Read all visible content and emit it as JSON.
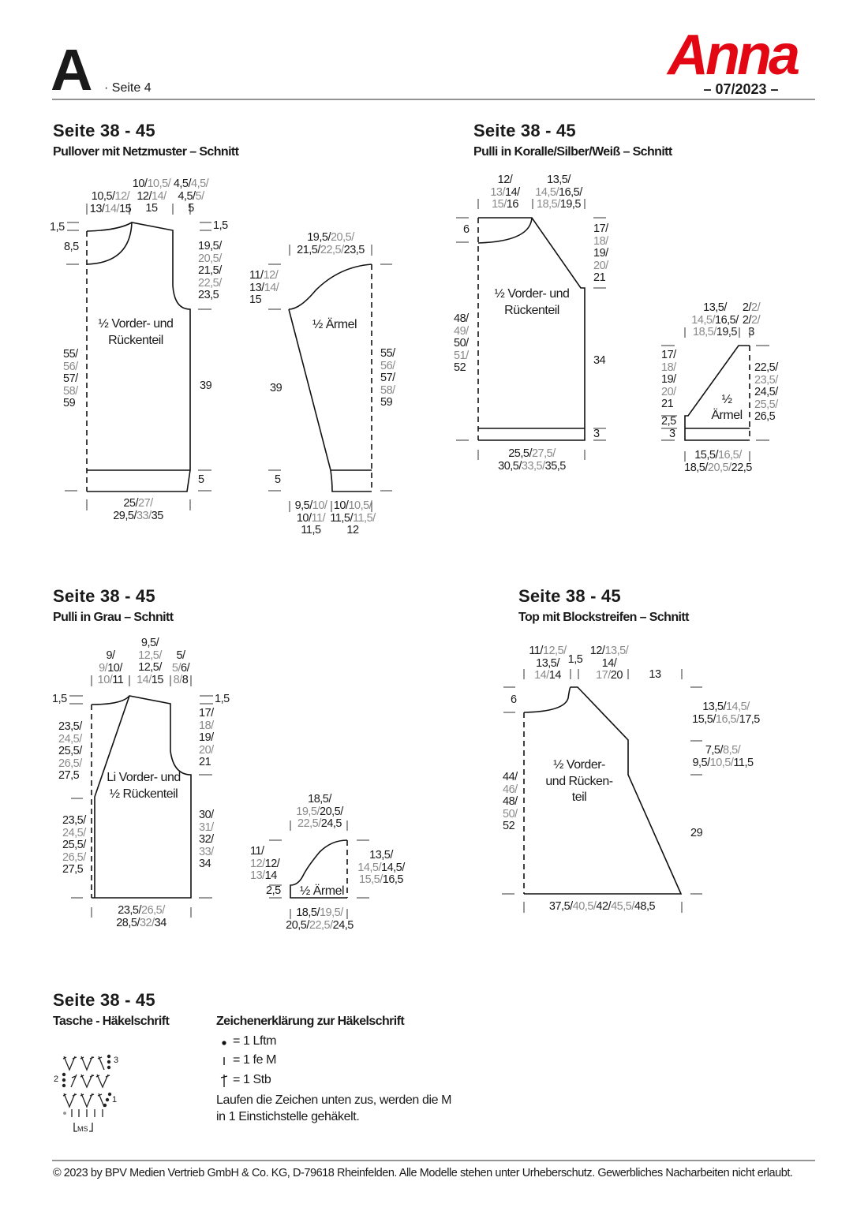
{
  "header": {
    "letter": "A",
    "page": "· Seite 4",
    "logo": "Anna",
    "issue": "– 07/2023 –"
  },
  "sections": [
    {
      "title": "Seite 38 - 45",
      "subtitle": "Pullover mit Netzmuster – Schnitt"
    },
    {
      "title": "Seite 38 - 45",
      "subtitle": "Pulli in Koralle/Silber/Weiß – Schnitt"
    },
    {
      "title": "Seite 38 - 45",
      "subtitle": "Pulli in Grau – Schnitt"
    },
    {
      "title": "Seite 38 - 45",
      "subtitle": "Top mit Blockstreifen – Schnitt"
    },
    {
      "title": "Seite 38 - 45",
      "subtitle": "Tasche - Häkelschrift"
    }
  ],
  "d1": {
    "neck_w": [
      "10,5",
      "12",
      "13",
      "14",
      "15"
    ],
    "shoulder_top": [
      "10",
      "10,5",
      "12",
      "14",
      "15"
    ],
    "shoulder_w": [
      "4,5",
      "4,5",
      "4,5",
      "5",
      "5"
    ],
    "top_h": "1,5",
    "neck_h": "8,5",
    "total_h": [
      "55",
      "56",
      "57",
      "58",
      "59"
    ],
    "shoulder_h": "1,5",
    "armhole_h": [
      "19,5",
      "20,5",
      "21,5",
      "22,5",
      "23,5"
    ],
    "side_h": "39",
    "rib_h": "5",
    "width": [
      "25",
      "27",
      "29,5",
      "33",
      "35"
    ],
    "label": [
      "½ Vorder- und",
      "Rückenteil"
    ]
  },
  "s1": {
    "top_w": [
      "19,5",
      "20,5",
      "21,5",
      "22,5",
      "23,5"
    ],
    "cap_h": [
      "11",
      "12",
      "13",
      "14",
      "15"
    ],
    "len": "39",
    "rib_h": "5",
    "total_h": [
      "55",
      "56",
      "57",
      "58",
      "59"
    ],
    "label": "½ Ärmel",
    "cuff_a": [
      "9,5",
      "10",
      "10",
      "11",
      "11,5"
    ],
    "cuff_b": [
      "10",
      "10,5",
      "11,5",
      "11,5",
      "12"
    ]
  },
  "d2": {
    "neck_w": [
      "12",
      "13",
      "14",
      "15",
      "16"
    ],
    "shoulder_w": [
      "13,5",
      "14,5",
      "16,5",
      "18,5",
      "19,5"
    ],
    "neck_h": "6",
    "total_h": [
      "48",
      "49",
      "50",
      "51",
      "52"
    ],
    "armhole_h": [
      "17",
      "18",
      "19",
      "20",
      "21"
    ],
    "side_h": "34",
    "rib_h": "3",
    "width": [
      "25,5",
      "27,5",
      "30,5",
      "33,5",
      "35,5"
    ],
    "label": [
      "½ Vorder- und",
      "Rückenteil"
    ]
  },
  "s2": {
    "top_w": [
      "13,5",
      "14,5",
      "16,5",
      "18,5",
      "19,5"
    ],
    "top_x": [
      "2",
      "2",
      "2",
      "2",
      "3"
    ],
    "cap_h": [
      "17",
      "18",
      "19",
      "20",
      "21"
    ],
    "step_h": "2,5",
    "rib_h": "3",
    "len": [
      "22,5",
      "23,5",
      "24,5",
      "25,5",
      "26,5"
    ],
    "label": [
      "½",
      "Ärmel"
    ],
    "width": [
      "15,5",
      "16,5",
      "18,5",
      "20,5",
      "22,5"
    ]
  },
  "d3": {
    "neck_w": [
      "9",
      "9",
      "10",
      "10",
      "11"
    ],
    "shoulder_top": [
      "9,5",
      "12,5",
      "12,5",
      "14",
      "15"
    ],
    "shoulder_w": [
      "5",
      "5",
      "6",
      "8",
      "8"
    ],
    "top_h": "1,5",
    "slope_h": [
      "23,5",
      "24,5",
      "25,5",
      "26,5",
      "27,5"
    ],
    "lower_h": [
      "23,5",
      "24,5",
      "25,5",
      "26,5",
      "27,5"
    ],
    "shoulder_h": "1,5",
    "armhole_h": [
      "17",
      "18",
      "19",
      "20",
      "21"
    ],
    "side_h": [
      "30",
      "31",
      "32",
      "33",
      "34"
    ],
    "width": [
      "23,5",
      "26,5",
      "28,5",
      "32",
      "34"
    ],
    "label": [
      "Li Vorder- und",
      "½ Rückenteil"
    ]
  },
  "s3": {
    "top_w": [
      "18,5",
      "19,5",
      "20,5",
      "22,5",
      "24,5"
    ],
    "cap_h": [
      "11",
      "12",
      "12",
      "13",
      "14"
    ],
    "step_h": "2,5",
    "len": [
      "13,5",
      "14,5",
      "14,5",
      "15,5",
      "16,5"
    ],
    "label": "½ Ärmel",
    "width": [
      "18,5",
      "19,5",
      "20,5",
      "22,5",
      "24,5"
    ]
  },
  "d4": {
    "neck_w": [
      "11",
      "12,5",
      "13,5",
      "14",
      "14"
    ],
    "gap": "1,5",
    "shoulder_w": [
      "12",
      "13,5",
      "14",
      "17",
      "20"
    ],
    "strap": "13",
    "neck_h": "6",
    "total_h": [
      "44",
      "46",
      "48",
      "50",
      "52"
    ],
    "upper_h": [
      "13,5",
      "14,5",
      "15,5",
      "16,5",
      "17,5"
    ],
    "mid_h": [
      "7,5",
      "8,5",
      "9,5",
      "10,5",
      "11,5"
    ],
    "lower_h": "29",
    "width": [
      "37,5",
      "40,5",
      "42",
      "45,5",
      "48,5"
    ],
    "label": [
      "½ Vorder-",
      "und Rücken-",
      "teil"
    ]
  },
  "chart": {
    "row1": "1",
    "row2": "2",
    "row3": "3",
    "repeat": "MS"
  },
  "legend": {
    "title": "Zeichenerklärung zur Häkelschrift",
    "items": [
      {
        "icon": "chain-dot-icon",
        "text": "= 1 Lftm"
      },
      {
        "icon": "single-crochet-icon",
        "text": "= 1 fe M"
      },
      {
        "icon": "double-crochet-icon",
        "text": "= 1 Stb"
      }
    ],
    "note": [
      "Laufen die Zeichen unten zus, werden die M",
      "in 1 Einstichstelle gehäkelt."
    ]
  },
  "footer": "© 2023 by BPV Medien Vertrieb GmbH & Co. KG, D-79618 Rheinfelden. Alle Modelle stehen unter Urheberschutz. Gewerbliches Nacharbeiten nicht erlaubt.",
  "colors": {
    "brand": "#e30613",
    "size_alt": "#8a8a8a",
    "text": "#1a1a1a"
  }
}
